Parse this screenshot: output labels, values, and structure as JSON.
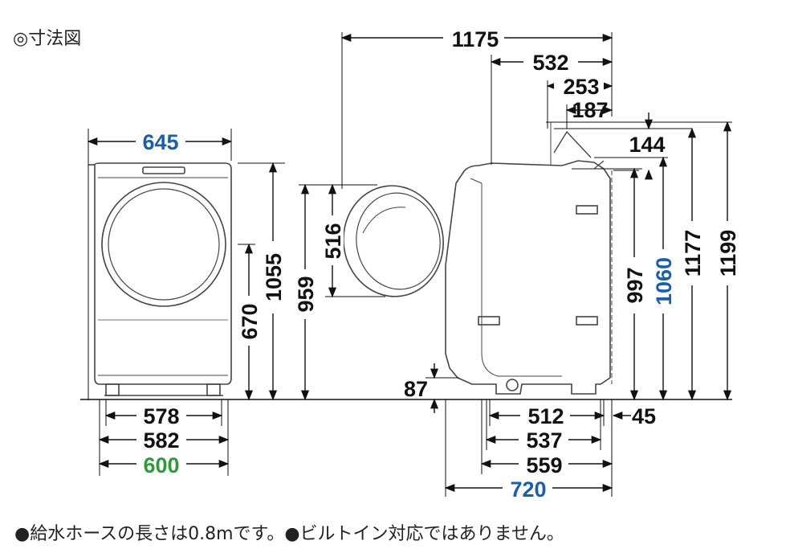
{
  "title": "◎寸法図",
  "footnote": "●給水ホースの長さは0.8mです。●ビルトイン対応ではありません。",
  "colors": {
    "blue": "#1a5fa8",
    "green": "#2e9a3a",
    "line": "#111111"
  },
  "front": {
    "width": "645",
    "height_total": "1055",
    "door_center": "670",
    "base_578": "578",
    "base_582": "582",
    "base_600": "600"
  },
  "door_open": {
    "depth": "1175",
    "door_dia": "516",
    "height_959": "959"
  },
  "side": {
    "d532": "532",
    "d253": "253",
    "d187": "187",
    "d144": "144",
    "h87": "87",
    "h997": "997",
    "h1060": "1060",
    "h1177": "1177",
    "h1199": "1199",
    "b512": "512",
    "b537": "537",
    "b559": "559",
    "b720": "720",
    "b45": "45"
  }
}
